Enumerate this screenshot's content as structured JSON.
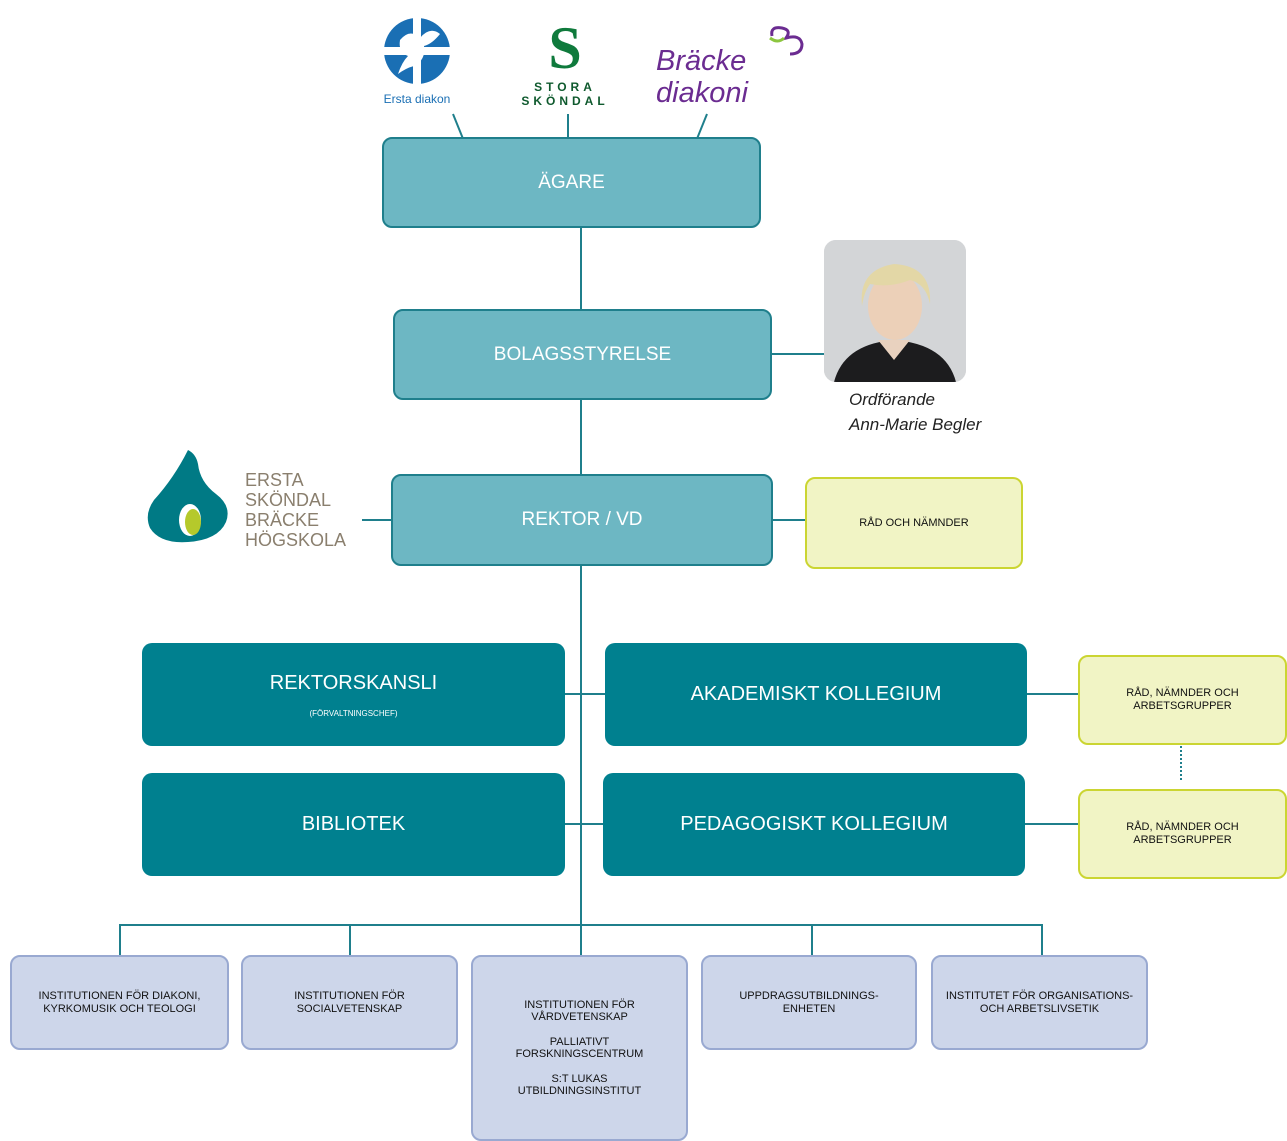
{
  "logos": {
    "ersta": "Ersta diakon",
    "stora_line1": "STORA",
    "stora_line2": "SKÖNDAL",
    "bracke_line1": "Bräcke",
    "bracke_line2": "diakoni",
    "esbh_lines": [
      "ERSTA",
      "SKÖNDAL",
      "BRÄCKE",
      "HÖGSKOLA"
    ]
  },
  "nodes": {
    "agare": "ÄGARE",
    "bolagsstyrelse": "BOLAGSSTYRELSE",
    "rektor": "REKTOR / VD",
    "rad_namnder": "RÅD OCH NÄMNDER",
    "rektorskansli": "REKTORSKANSLI",
    "rektorskansli_sub": "(FÖRVALTNINGSCHEF)",
    "akademiskt": "AKADEMISKT KOLLEGIUM",
    "bibliotek": "BIBLIOTEK",
    "pedagogiskt": "PEDAGOGISKT KOLLEGIUM",
    "rad_grupper_1": "RÅD, NÄMNDER OCH ARBETSGRUPPER",
    "rad_grupper_2": "RÅD, NÄMNDER OCH ARBETSGRUPPER"
  },
  "chair": {
    "role": "Ordförande",
    "name": "Ann-Marie Begler"
  },
  "units": [
    {
      "lines": [
        "INSTITUTIONEN FÖR DIAKONI, KYRKOMUSIK OCH TEOLOGI"
      ]
    },
    {
      "lines": [
        "INSTITUTIONEN FÖR SOCIALVETENSKAP"
      ]
    },
    {
      "lines": [
        "INSTITUTIONEN FÖR VÅRDVETENSKAP",
        "PALLIATIVT FORSKNINGSCENTRUM",
        "S:T LUKAS UTBILDNINGSINSTITUT"
      ]
    },
    {
      "lines": [
        "UPPDRAGSUTBILDNINGS-ENHETEN"
      ]
    },
    {
      "lines": [
        "INSTITUTET FÖR ORGANISATIONS- OCH ARBETSLIVSETIK"
      ]
    }
  ],
  "colors": {
    "light_box": "#6db7c3",
    "dark_box": "#00808f",
    "yellow_box": "#f1f4c5",
    "blue_box": "#cdd6ea",
    "connector": "#1f7f8c"
  }
}
